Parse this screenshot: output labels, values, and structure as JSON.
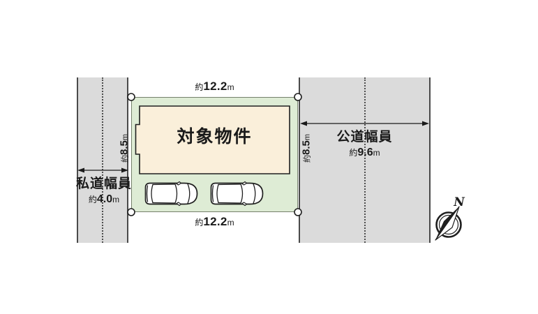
{
  "colors": {
    "road_fill": "#dbdbdb",
    "road_edge": "#4a4a4a",
    "centerline_color": "#4d4d4d",
    "lot_fill": "#deecd5",
    "lot_border": "#75806b",
    "building_fill": "#faefda",
    "line_dark": "#1f1f1f",
    "text_color": "#1a1a1a"
  },
  "plan": {
    "building_label": "対象物件",
    "top_dimension": {
      "prefix": "約",
      "value": "12.2",
      "unit": "m"
    },
    "bottom_dimension": {
      "prefix": "約",
      "value": "12.2",
      "unit": "m"
    },
    "left_depth": {
      "prefix": "約",
      "value": "8.5",
      "unit": "m"
    },
    "right_depth": {
      "prefix": "約",
      "value": "8.5",
      "unit": "m"
    },
    "private_road": {
      "title": "私道幅員",
      "width": {
        "prefix": "約",
        "value": "4.0",
        "unit": "m"
      }
    },
    "public_road": {
      "title": "公道幅員",
      "width": {
        "prefix": "約",
        "value": "9.6",
        "unit": "m"
      }
    },
    "compass": {
      "north": "N"
    }
  }
}
